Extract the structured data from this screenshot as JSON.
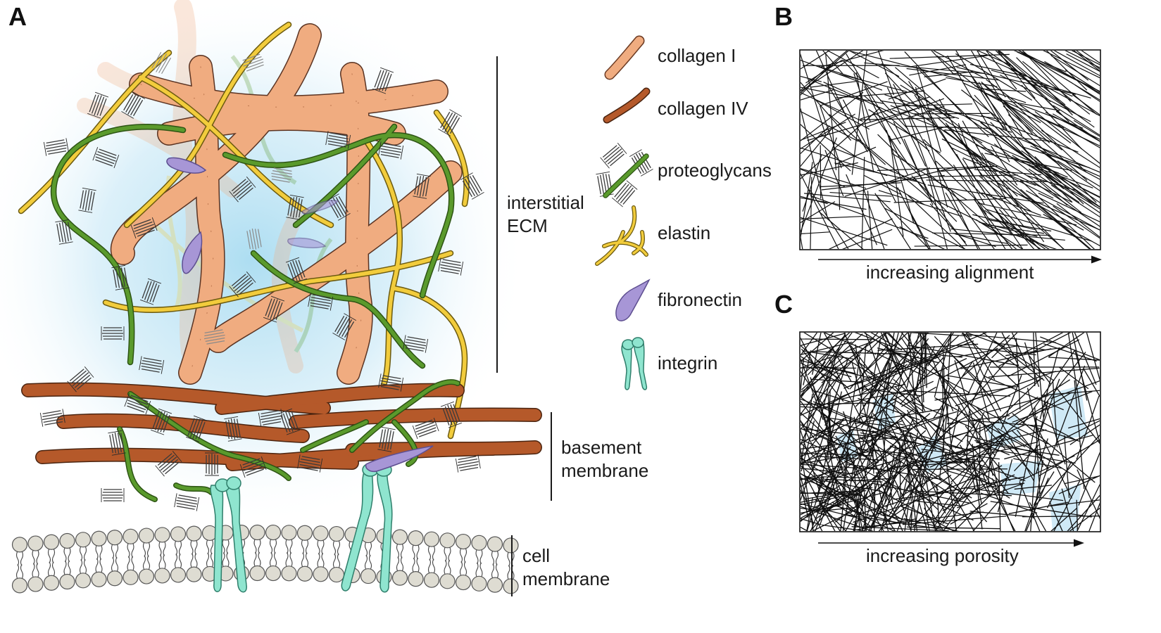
{
  "panels": {
    "a": {
      "letter": "A",
      "regions": [
        {
          "label_lines": [
            "interstitial",
            "ECM"
          ]
        },
        {
          "label_lines": [
            "basement",
            "membrane"
          ]
        },
        {
          "label_lines": [
            "cell",
            "membrane"
          ]
        }
      ],
      "legend": [
        {
          "label": "collagen I",
          "icon": "collagen-i-icon",
          "color": "#f0ac80"
        },
        {
          "label": "collagen IV",
          "icon": "collagen-iv-icon",
          "color": "#b5592a"
        },
        {
          "label": "proteoglycans",
          "icon": "proteoglycan-icon",
          "color": "#5a9a2c"
        },
        {
          "label": "elastin",
          "icon": "elastin-icon",
          "color": "#f2cc3c"
        },
        {
          "label": "fibronectin",
          "icon": "fibronectin-icon",
          "color": "#a796d6"
        },
        {
          "label": "integrin",
          "icon": "integrin-icon",
          "color": "#8fe5cf"
        }
      ]
    },
    "b": {
      "letter": "B",
      "axis_label": "increasing alignment"
    },
    "c": {
      "letter": "C",
      "axis_label": "increasing porosity",
      "pore_color": "#cfe9f6"
    }
  }
}
